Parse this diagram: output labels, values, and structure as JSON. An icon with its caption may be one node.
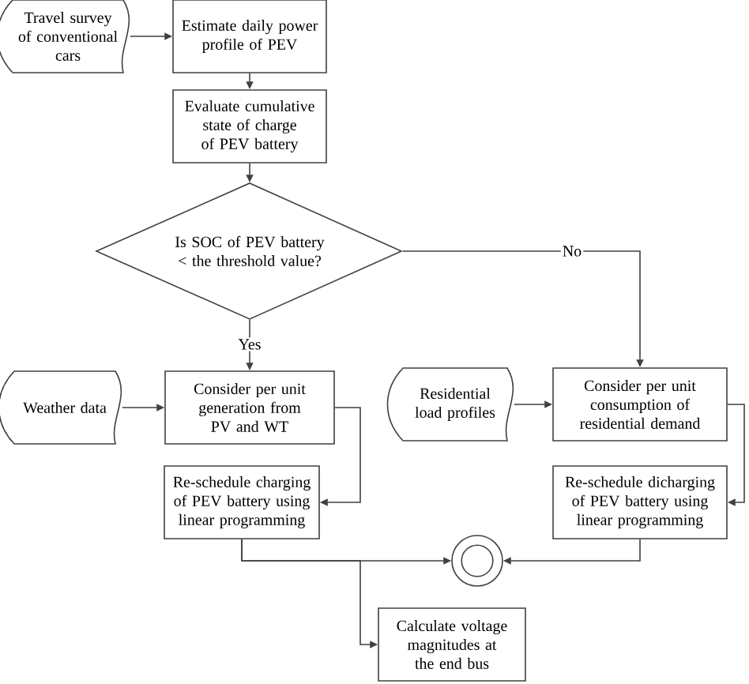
{
  "diagram": {
    "nodes": [
      {
        "text": [
          "Travel survey of conventional cars"
        ]
      },
      {
        "text": [
          "Estimate daily power profile of PEV"
        ]
      },
      {
        "text": [
          "Evaluate cumulative state of charge of PEV battery"
        ]
      },
      {
        "text": [
          "Is SOC of PEV battery < the threshold value?"
        ]
      },
      {
        "text": [
          "Weather data"
        ]
      },
      {
        "text": [
          "Consider per unit generation from PV and WT"
        ]
      },
      {
        "text": [
          "Residential load profiles"
        ]
      },
      {
        "text": [
          "Consider per unit consumption of residential demand"
        ]
      },
      {
        "text": [
          "Re-schedule charging of PEV battery using linear programming"
        ]
      },
      {
        "text": [
          "Re-schedule dicharging of PEV battery using linear programming"
        ]
      },
      {
        "text": [],
        "shape": "circle"
      },
      {
        "text": [
          "Calculate voltage magnitudes at the end bus"
        ]
      }
    ],
    "edges": [
      {
        "from": 0,
        "to": 1,
        "arrow": "to"
      },
      {
        "from": 1,
        "to": 2,
        "arrow": "to"
      },
      {
        "from": 2,
        "to": 3,
        "arrow": "to"
      },
      {
        "from": 3,
        "to": 5,
        "arrow": "to",
        "label": "Yes"
      },
      {
        "from": 3,
        "to": 7,
        "arrow": "to",
        "label": "No"
      },
      {
        "from": 4,
        "to": 5,
        "arrow": "to"
      },
      {
        "from": 5,
        "to": 8,
        "arrow": "to"
      },
      {
        "from": 6,
        "to": 7,
        "arrow": "to"
      },
      {
        "from": 7,
        "to": 9,
        "arrow": "to"
      },
      {
        "from": 8,
        "to": 10,
        "arrow": "to"
      },
      {
        "from": 8,
        "to": 11,
        "arrow": "to"
      },
      {
        "from": 9,
        "to": 10,
        "arrow": "to"
      }
    ]
  }
}
